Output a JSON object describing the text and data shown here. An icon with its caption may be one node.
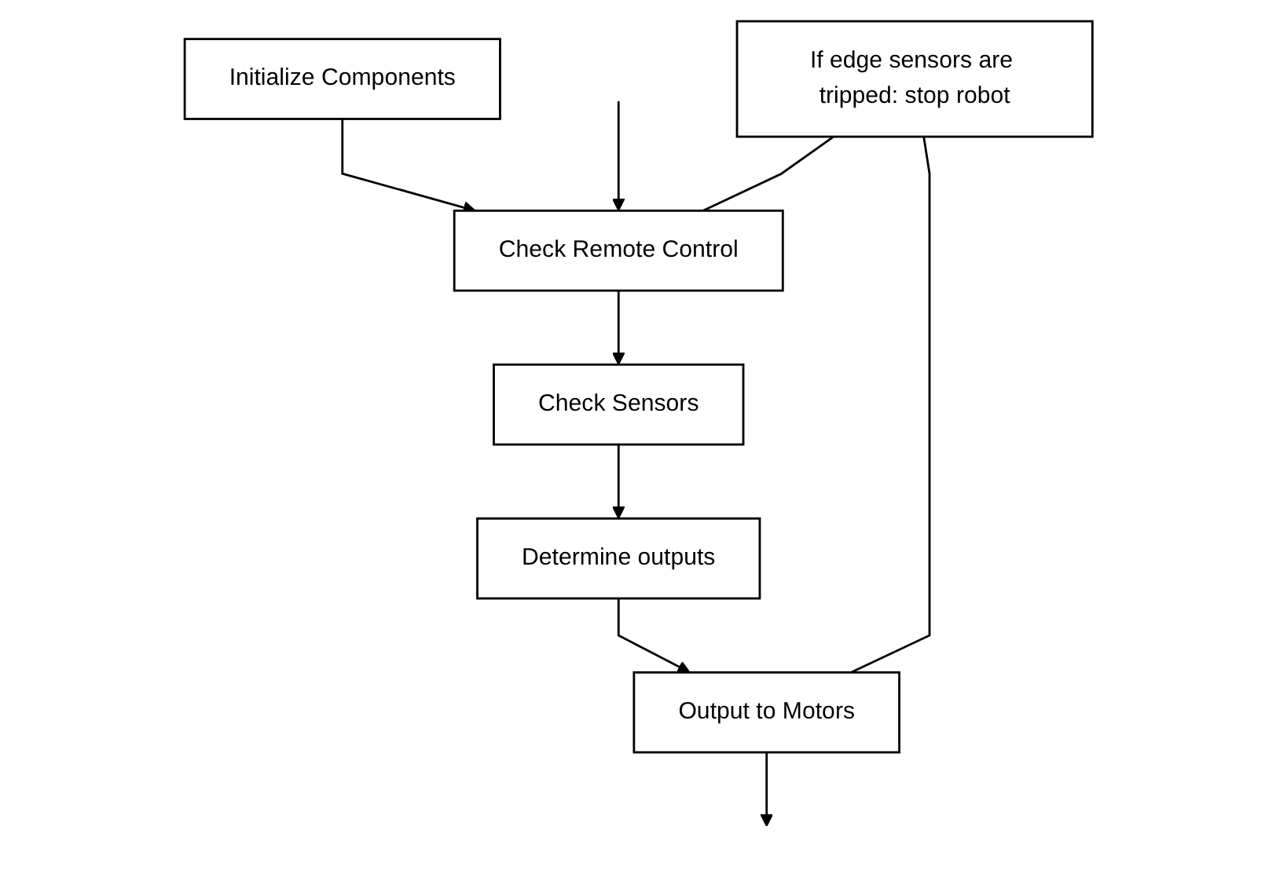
{
  "diagram": {
    "nodes": [
      {
        "text": [
          "Initialize Components"
        ]
      },
      {
        "text": [
          "Check Remote Control"
        ]
      },
      {
        "text": [
          "Check Sensors"
        ]
      },
      {
        "text": [
          "Determine outputs"
        ]
      },
      {
        "text": [
          "Output to Motors"
        ]
      },
      {
        "text": [
          "If edge sensors are tripped: stop robot"
        ]
      }
    ],
    "edges": [
      {
        "from": 0,
        "to": 1,
        "arrow": "to"
      },
      {
        "from": 1,
        "to": 2,
        "arrow": "to"
      },
      {
        "from": 2,
        "to": 3,
        "arrow": "to"
      },
      {
        "from": 3,
        "to": 4,
        "arrow": "to"
      },
      {
        "from": null,
        "to": 1,
        "arrow": "to"
      },
      {
        "from": 4,
        "to": null,
        "arrow": "to"
      },
      {
        "from": 5,
        "to": 1,
        "arrow": "none"
      },
      {
        "from": 5,
        "to": 4,
        "arrow": "none"
      }
    ]
  }
}
